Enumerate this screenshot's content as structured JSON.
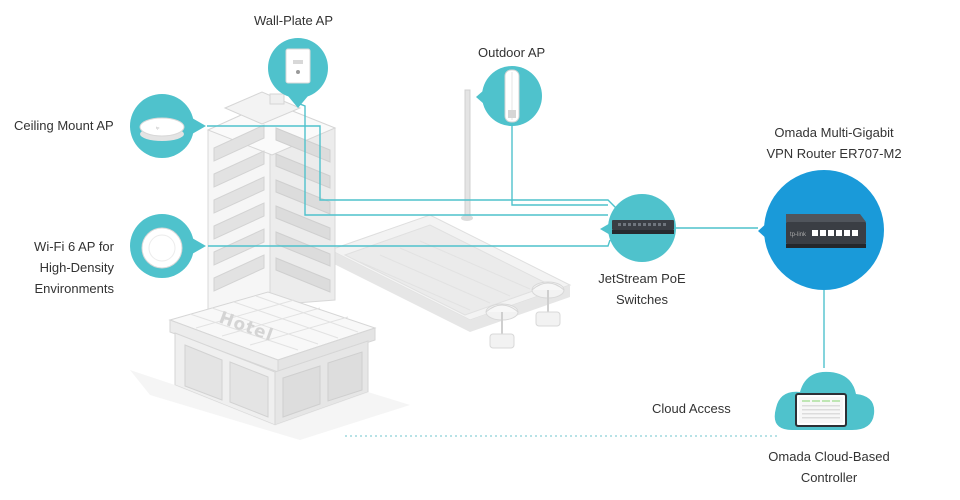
{
  "labels": {
    "wall_plate_ap": "Wall-Plate AP",
    "outdoor_ap": "Outdoor AP",
    "ceiling_mount_ap": "Ceiling Mount AP",
    "wifi6_ap": [
      "Wi-Fi 6 AP for",
      "High-Density",
      "Environments"
    ],
    "router": [
      "Omada Multi-Gigabit",
      "VPN Router ER707-M2"
    ],
    "poe_switch": [
      "JetStream PoE",
      "Switches"
    ],
    "cloud_access": "Cloud Access",
    "cloud_controller": [
      "Omada Cloud-Based",
      "Controller"
    ],
    "hotel_sign": "Hotel"
  },
  "colors": {
    "accent": "#4fc2cc",
    "router_circle": "#1a9ad9",
    "device_dark": "#3a3e44",
    "building": "#f1f1f1",
    "building_line": "#d8d8d8",
    "text": "#333333"
  },
  "icons": {
    "wall_plate": "wall-plate-ap-icon",
    "outdoor": "outdoor-ap-icon",
    "ceiling": "ceiling-ap-icon",
    "wifi6": "wifi6-ap-icon",
    "switch": "poe-switch-icon",
    "router": "router-icon",
    "cloud": "cloud-icon"
  }
}
